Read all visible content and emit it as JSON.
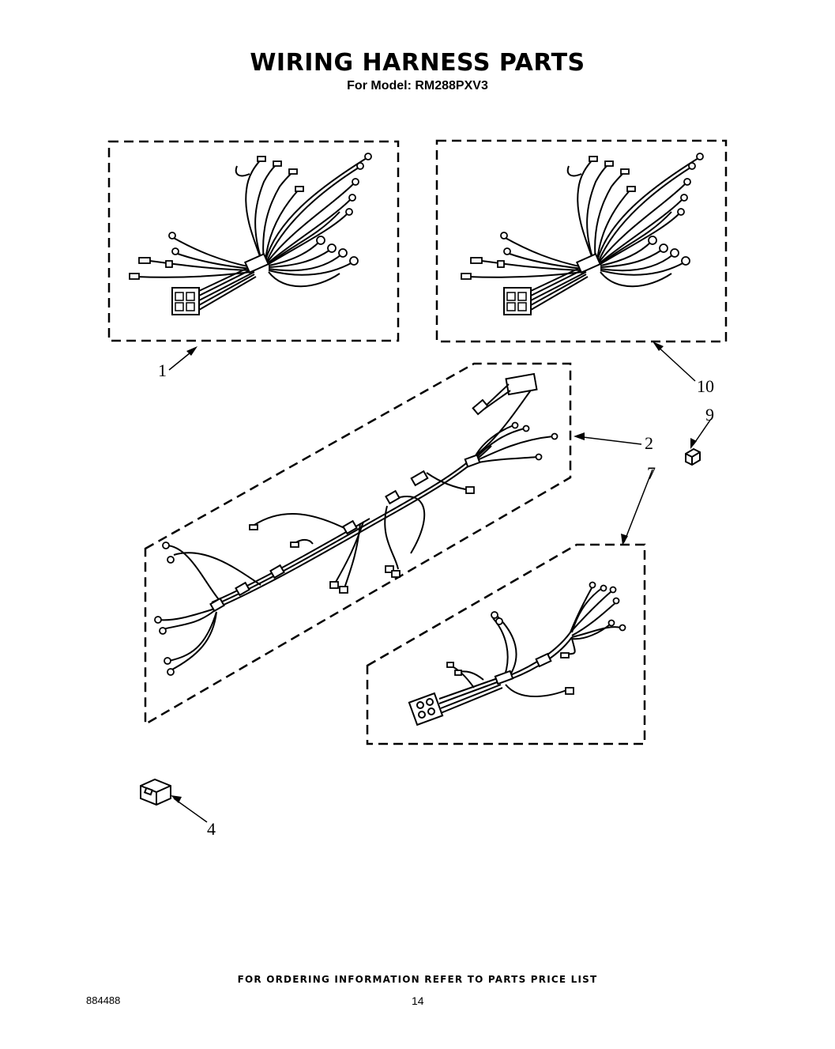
{
  "header": {
    "title": "WIRING HARNESS PARTS",
    "subtitle": "For Model: RM288PXV3"
  },
  "callouts": [
    {
      "id": "1",
      "label": "1"
    },
    {
      "id": "10",
      "label": "10"
    },
    {
      "id": "9",
      "label": "9"
    },
    {
      "id": "2",
      "label": "2"
    },
    {
      "id": "7",
      "label": "7"
    },
    {
      "id": "4",
      "label": "4"
    }
  ],
  "footer": {
    "ordering_note": "FOR ORDERING INFORMATION REFER TO PARTS PRICE LIST",
    "document_number": "884488",
    "page_number": "14"
  }
}
